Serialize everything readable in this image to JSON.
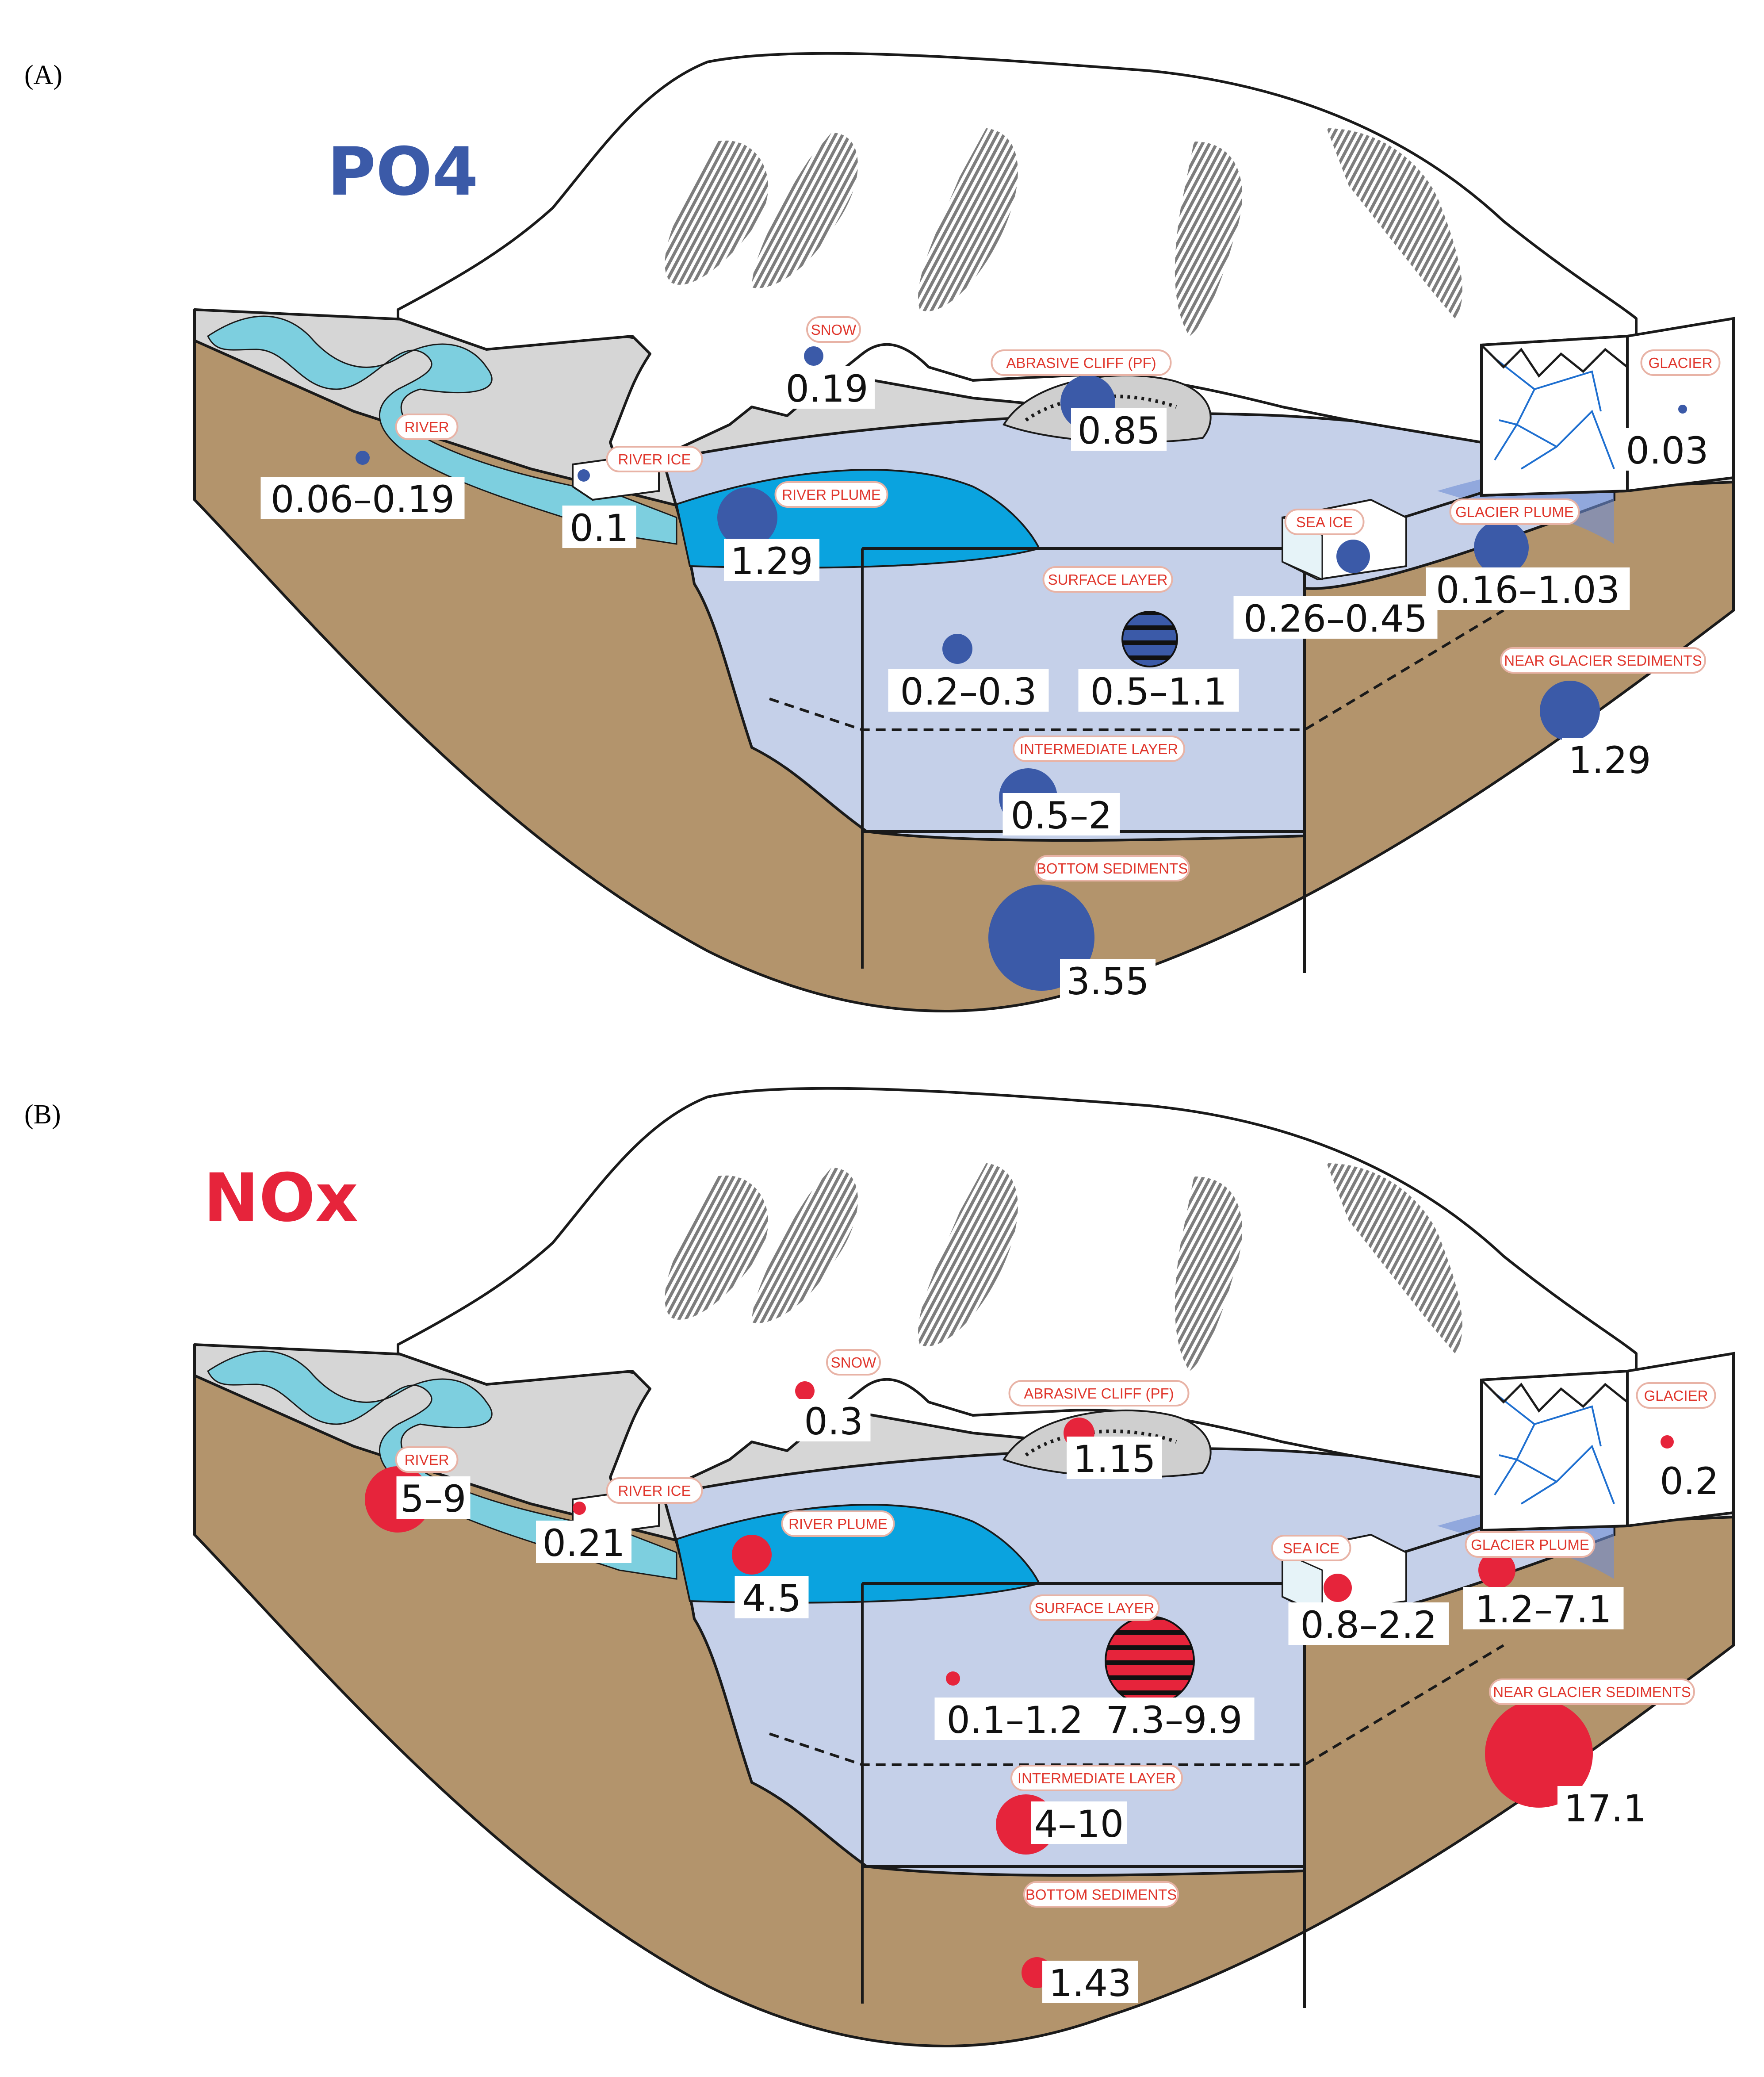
{
  "colors": {
    "po4": "#3b5aa8",
    "nox": "#e6243b",
    "water": "#c5d0e9",
    "plume": "#0aa3df",
    "river": "#7dcfdf",
    "sediment": "#b3946c",
    "shore": "#d6d6d6",
    "snow": "#ffffff",
    "rock_streaks": "#7d7d7d",
    "label_red": "#e0362c"
  },
  "panels": [
    {
      "id": "A",
      "panel_label": "(A)",
      "title": "PO4",
      "color": "#3b5aa8",
      "labels": {
        "snow": "SNOW",
        "cliff": "ABRASIVE CLIFF (PF)",
        "glacier": "GLACIER",
        "river": "RIVER",
        "river_ice": "RIVER ICE",
        "river_plume": "RIVER PLUME",
        "sea_ice": "SEA ICE",
        "glacier_plume": "GLACIER PLUME",
        "surface_layer": "SURFACE LAYER",
        "near_glacier_sediments": "NEAR GLACIER SEDIMENTS",
        "intermediate_layer": "INTERMEDIATE LAYER",
        "bottom_sediments": "BOTTOM SEDIMENTS"
      },
      "values": {
        "snow": "0.19",
        "cliff": "0.85",
        "glacier": "0.03",
        "river": "0.06–0.19",
        "river_ice": "0.1",
        "river_plume": "1.29",
        "sea_ice": "0.26–0.45",
        "glacier_plume": "0.16–1.03",
        "surface_a": "0.2–0.3",
        "surface_b": "0.5–1.1",
        "near_glacier_sediments": "1.29",
        "intermediate_layer": "0.5–2",
        "bottom_sediments": "3.55"
      }
    },
    {
      "id": "B",
      "panel_label": "(B)",
      "title": "NOx",
      "color": "#e6243b",
      "labels": {
        "snow": "SNOW",
        "cliff": "ABRASIVE CLIFF (PF)",
        "glacier": "GLACIER",
        "river": "RIVER",
        "river_ice": "RIVER ICE",
        "river_plume": "RIVER PLUME",
        "sea_ice": "SEA ICE",
        "glacier_plume": "GLACIER PLUME",
        "surface_layer": "SURFACE LAYER",
        "near_glacier_sediments": "NEAR GLACIER SEDIMENTS",
        "intermediate_layer": "INTERMEDIATE LAYER",
        "bottom_sediments": "BOTTOM SEDIMENTS"
      },
      "values": {
        "snow": "0.3",
        "cliff": "1.15",
        "glacier": "0.2",
        "river": "5–9",
        "river_ice": "0.21",
        "river_plume": "4.5",
        "sea_ice": "0.8–2.2",
        "glacier_plume": "1.2–7.1",
        "surface_a": "0.1–1.2",
        "surface_b": "7.3–9.9",
        "near_glacier_sediments": "17.1",
        "intermediate_layer": "4–10",
        "bottom_sediments": "1.43"
      }
    }
  ]
}
